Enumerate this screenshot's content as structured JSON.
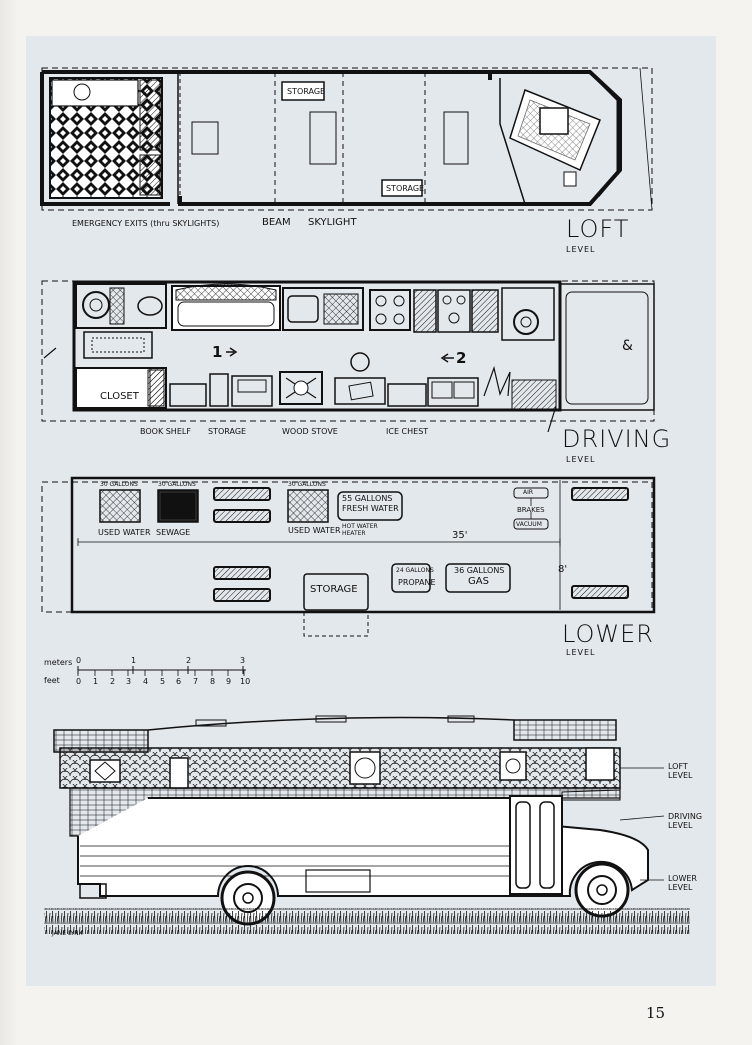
{
  "page_number": "15",
  "loft": {
    "title": "LOFT",
    "subtitle": "LEVEL",
    "labels": {
      "emergency_exits": "EMERGENCY EXITS (thru SKYLIGHTS)",
      "beam": "BEAM",
      "skylight": "SKYLIGHT",
      "storage_top": "STORAGE",
      "storage_bottom": "STORAGE"
    }
  },
  "driving": {
    "title": "DRIVING",
    "subtitle": "LEVEL",
    "labels": {
      "closet": "CLOSET",
      "book_shelf": "BOOK SHELF",
      "storage": "STORAGE",
      "wood_stove": "WOOD STOVE",
      "ice_chest": "ICE CHEST",
      "marker_1": "1",
      "marker_2": "2",
      "ampersand": "&"
    }
  },
  "lower": {
    "title": "LOWER",
    "subtitle": "LEVEL",
    "labels": {
      "used_water_gal": "30 GALLONS",
      "used_water": "USED WATER",
      "sewage_gal": "30 GALLONS",
      "sewage": "SEWAGE",
      "used_water2_gal": "30 GALLONS",
      "used_water2": "USED WATER",
      "fresh_water": "55 GALLONS FRESH WATER",
      "hot_water": "HOT WATER HEATER",
      "air": "AIR",
      "brakes": "BRAKES",
      "vacuum": "VACUUM",
      "length": "35'",
      "width": "8'",
      "storage": "STORAGE",
      "propane_gal": "24 GALLONS",
      "propane": "PROPANE",
      "gas_gal": "36 GALLONS",
      "gas": "GAS"
    }
  },
  "scale": {
    "meters_label": "meters",
    "feet_label": "feet",
    "meters_ticks": [
      "0",
      "1",
      "2",
      "3"
    ],
    "feet_ticks": [
      "0",
      "1",
      "2",
      "3",
      "4",
      "5",
      "6",
      "7",
      "8",
      "9",
      "10"
    ]
  },
  "elevation": {
    "labels": {
      "loft": "LOFT LEVEL",
      "driving": "DRIVING LEVEL",
      "lower": "LOWER LEVEL"
    },
    "signature": "JANE LYNX"
  }
}
